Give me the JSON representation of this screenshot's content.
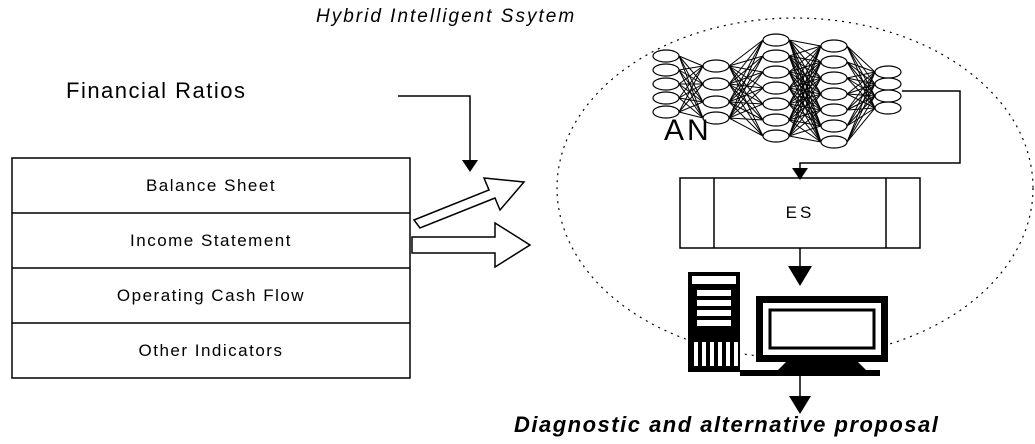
{
  "title": "Hybrid Intelligent Ssytem",
  "inputs": {
    "label": "Financial Ratios",
    "items": [
      "Balance Sheet",
      "Income Statement",
      "Operating Cash Flow",
      "Other Indicators"
    ]
  },
  "nodes": {
    "neural_network": "AN",
    "expert_system": "ES"
  },
  "output": "Diagnostic and alternative proposal"
}
